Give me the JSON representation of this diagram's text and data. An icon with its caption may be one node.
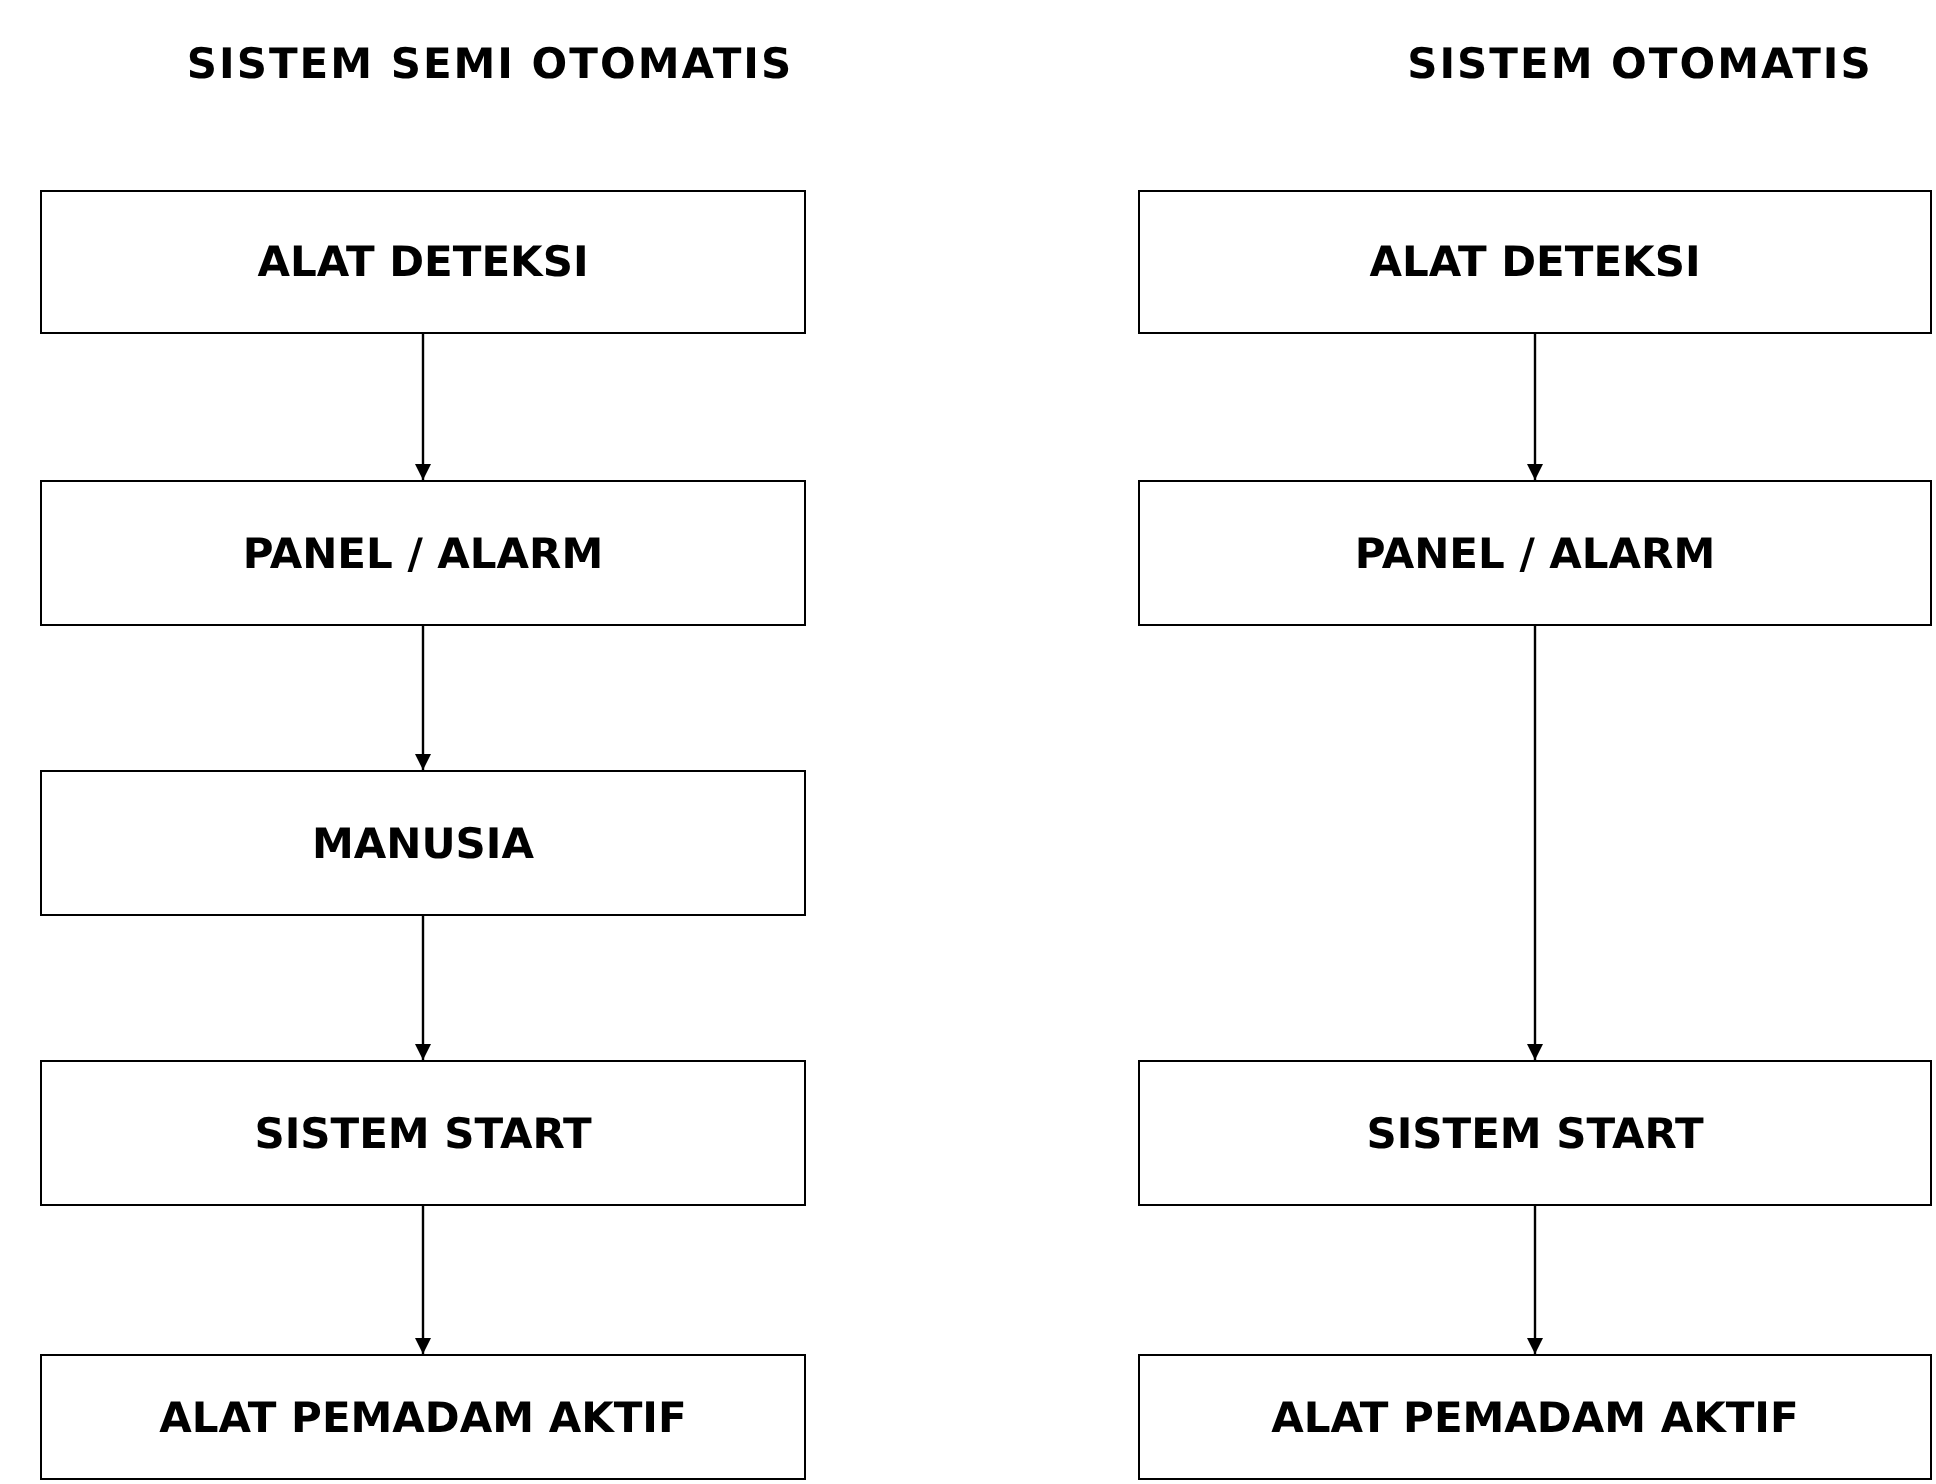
{
  "diagram": {
    "nodes": [
      {
        "text": [
          "ALAT DETEKSI"
        ]
      },
      {
        "text": [
          "PANEL / ALARM"
        ]
      },
      {
        "text": [
          "MANUSIA"
        ]
      },
      {
        "text": [
          "SISTEM START"
        ]
      },
      {
        "text": [
          "ALAT PEMADAM AKTIF"
        ]
      },
      {
        "text": [
          "ALAT DETEKSI"
        ]
      },
      {
        "text": [
          "PANEL / ALARM"
        ]
      },
      {
        "text": [
          "SISTEM START"
        ]
      },
      {
        "text": [
          "ALAT PEMADAM AKTIF"
        ]
      }
    ],
    "edges": [
      {
        "from": 0,
        "to": 1,
        "arrow": "to"
      },
      {
        "from": 1,
        "to": 2,
        "arrow": "to"
      },
      {
        "from": 2,
        "to": 3,
        "arrow": "to"
      },
      {
        "from": 3,
        "to": 4,
        "arrow": "to"
      },
      {
        "from": 5,
        "to": 6,
        "arrow": "to"
      },
      {
        "from": 6,
        "to": 7,
        "arrow": "to"
      },
      {
        "from": 7,
        "to": 8,
        "arrow": "to"
      }
    ],
    "labels": [
      "SISTEM SEMI OTOMATIS",
      "SISTEM OTOMATIS"
    ]
  }
}
